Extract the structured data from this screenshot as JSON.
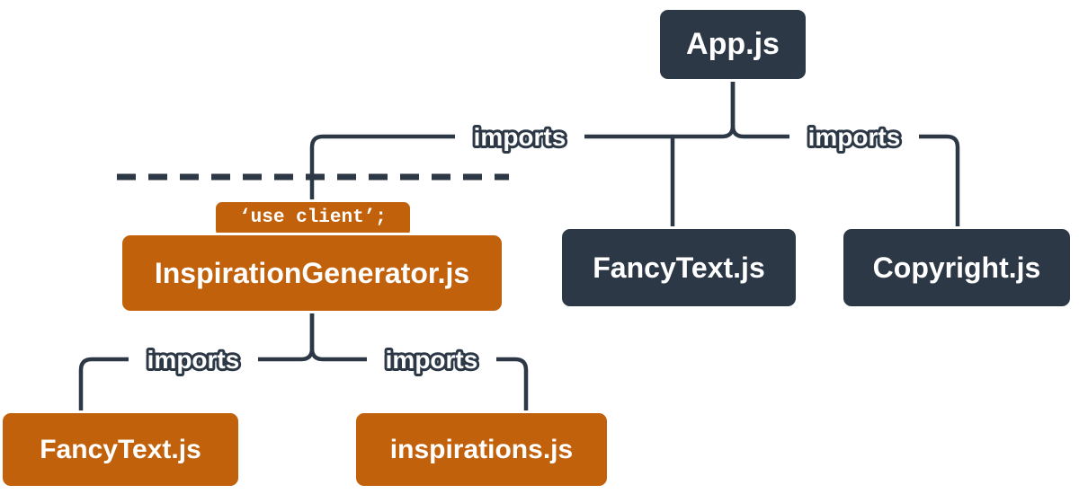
{
  "diagram": {
    "nodes": {
      "app": {
        "label": "App.js",
        "variant": "dark"
      },
      "inspirationGenerator": {
        "label": "InspirationGenerator.js",
        "directive": "‘use client’;",
        "variant": "orange"
      },
      "fancyTextServer": {
        "label": "FancyText.js",
        "variant": "dark"
      },
      "copyright": {
        "label": "Copyright.js",
        "variant": "dark"
      },
      "fancyTextClient": {
        "label": "FancyText.js",
        "variant": "orange"
      },
      "inspirations": {
        "label": "inspirations.js",
        "variant": "orange"
      }
    },
    "edges": [
      {
        "from": "App.js",
        "to": "InspirationGenerator.js",
        "label": "imports"
      },
      {
        "from": "App.js",
        "to": "FancyText.js",
        "label": ""
      },
      {
        "from": "App.js",
        "to": "Copyright.js",
        "label": "imports"
      },
      {
        "from": "InspirationGenerator.js",
        "to": "FancyText.js",
        "label": "imports"
      },
      {
        "from": "InspirationGenerator.js",
        "to": "inspirations.js",
        "label": "imports"
      }
    ],
    "colors": {
      "dark_box": "#2d3846",
      "orange_box": "#c2610b",
      "line": "#2d3846",
      "text": "#ffffff",
      "background": "#ffffff"
    }
  }
}
